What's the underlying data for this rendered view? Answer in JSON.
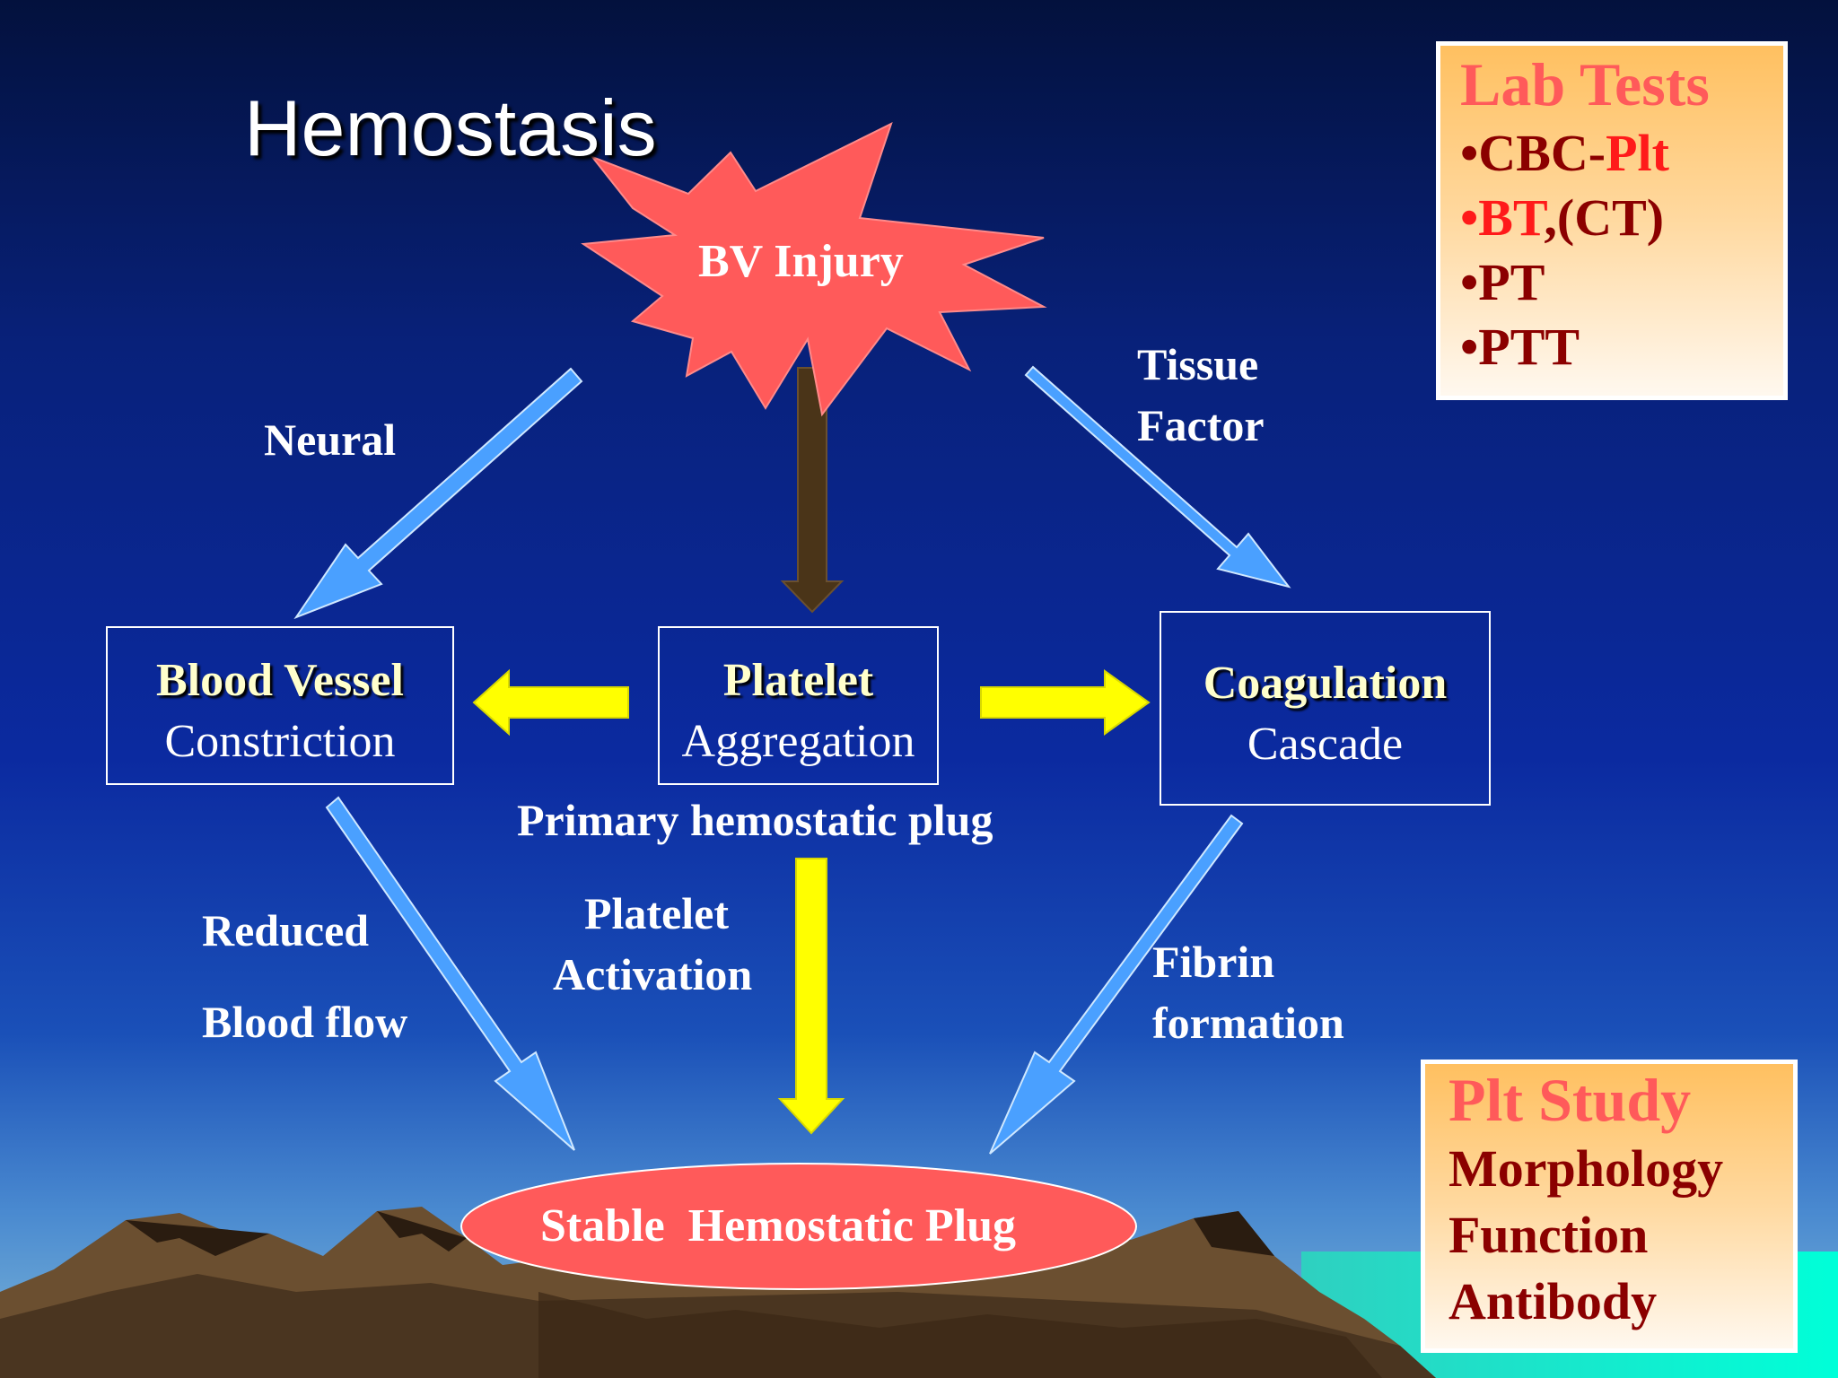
{
  "slide": {
    "title": "Hemostasis",
    "injury": "BV Injury",
    "plug": "Stable  Hemostatic Plug",
    "boxes": {
      "vessel": {
        "line1": "Blood Vessel",
        "line2": "Constriction"
      },
      "platelet": {
        "line1": "Platelet",
        "line2": "Aggregation"
      },
      "coag": {
        "line1": "Coagulation",
        "line2": "Cascade"
      }
    },
    "labels": {
      "neural": "Neural",
      "tissue": "Tissue",
      "factor": "Factor",
      "primary_plug": "Primary hemostatic plug",
      "reduced": "Reduced",
      "blood_flow": "Blood flow",
      "platelet": "Platelet",
      "activation": "Activation",
      "fibrin": "Fibrin",
      "formation": "formation"
    },
    "lab_tests": {
      "heading": "Lab Tests",
      "cbc_prefix": "•CBC-",
      "cbc_plt": "Plt",
      "bt_prefix": "•BT",
      "bt_suffix": ",(CT)",
      "pt": "•PT",
      "ptt": "•PTT"
    },
    "plt_study": {
      "heading": "Plt Study",
      "items": [
        "Morphology",
        "Function",
        "Antibody"
      ]
    }
  },
  "colors": {
    "background_top": "#051040",
    "background_mid": "#0b2a9a",
    "horizon": "#4a8ad8",
    "blue_arrow": "#4aa0ff",
    "yellow_arrow": "#ffff00",
    "dark_arrow": "#4a3418",
    "red_shape": "#ff5a5a",
    "panel_heading": "#ff5a5a",
    "panel_text": "#8b0000"
  }
}
